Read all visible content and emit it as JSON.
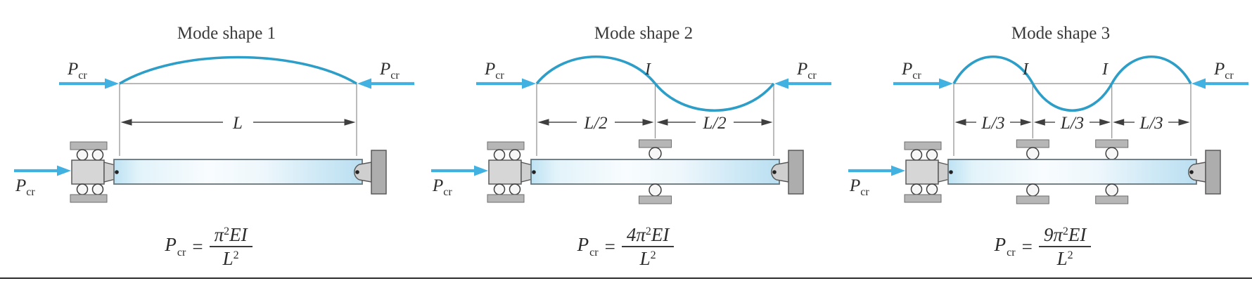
{
  "page": {
    "background": "#ffffff",
    "bottom_rule_color": "#2c2c2c"
  },
  "colors": {
    "force_arrow": "#41b1e1",
    "buckled_curve": "#2d9ec7",
    "baseline": "#8e8e8e",
    "dimension": "#3f3f3f",
    "bar_border": "#68747a",
    "metal_plate": "#b6b6b6",
    "metal_block": "#d6d6d6",
    "wall": "#adadad"
  },
  "force_label": {
    "base": "P",
    "sub": "cr"
  },
  "panels": [
    {
      "title": "Mode shape 1",
      "inflection_points": [],
      "dim_labels": [
        "L"
      ],
      "formula": {
        "lhs_base": "P",
        "lhs_sub": "cr",
        "eq": "=",
        "num_coeff": "",
        "num_pi": "π",
        "num_sup": "2",
        "num_tail": "EI",
        "den_base": "L",
        "den_sup": "2"
      }
    },
    {
      "title": "Mode shape 2",
      "inflection_points": [
        "I"
      ],
      "dim_labels": [
        "L/2",
        "L/2"
      ],
      "formula": {
        "lhs_base": "P",
        "lhs_sub": "cr",
        "eq": "=",
        "num_coeff": "4",
        "num_pi": "π",
        "num_sup": "2",
        "num_tail": "EI",
        "den_base": "L",
        "den_sup": "2"
      }
    },
    {
      "title": "Mode shape 3",
      "inflection_points": [
        "I",
        "I"
      ],
      "dim_labels": [
        "L/3",
        "L/3",
        "L/3"
      ],
      "formula": {
        "lhs_base": "P",
        "lhs_sub": "cr",
        "eq": "=",
        "num_coeff": "9",
        "num_pi": "π",
        "num_sup": "2",
        "num_tail": "EI",
        "den_base": "L",
        "den_sup": "2"
      }
    }
  ]
}
